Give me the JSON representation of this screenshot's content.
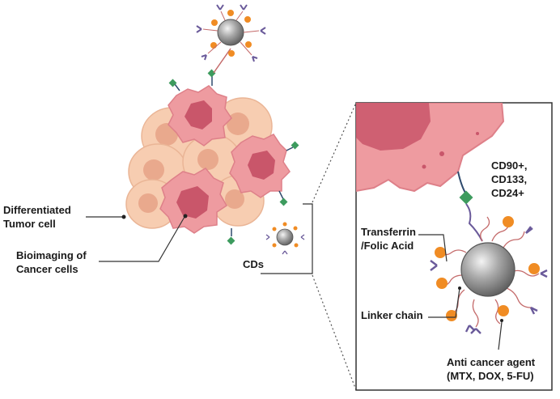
{
  "labels": {
    "differentiated": [
      "Differentiated",
      "Tumor cell"
    ],
    "bioimaging": [
      "Bioimaging of",
      "Cancer cells"
    ],
    "cds": "CDs",
    "markers": [
      "CD90+,",
      "CD133,",
      "CD24+"
    ],
    "transferrin": [
      "Transferrin",
      "/Folic Acid"
    ],
    "linker": "Linker chain",
    "agent": [
      "Anti cancer agent",
      "(MTX, DOX, 5-FU)"
    ]
  },
  "colors": {
    "normal_cell": "#f7cdb1",
    "normal_nucleus": "#e9a98d",
    "cancer_cell": "#ee9ba0",
    "cancer_nucleus": "#c9566a",
    "nanoparticle": "#8f8f8f",
    "drug_dot": "#f08c24",
    "antibody": "#6a5a9a",
    "receptor": "#3d9b5e",
    "linker": "#c46a6a"
  },
  "icons": [
    "tumor-cell-cluster",
    "carbon-dot-nanoparticle",
    "zoom-inset"
  ]
}
